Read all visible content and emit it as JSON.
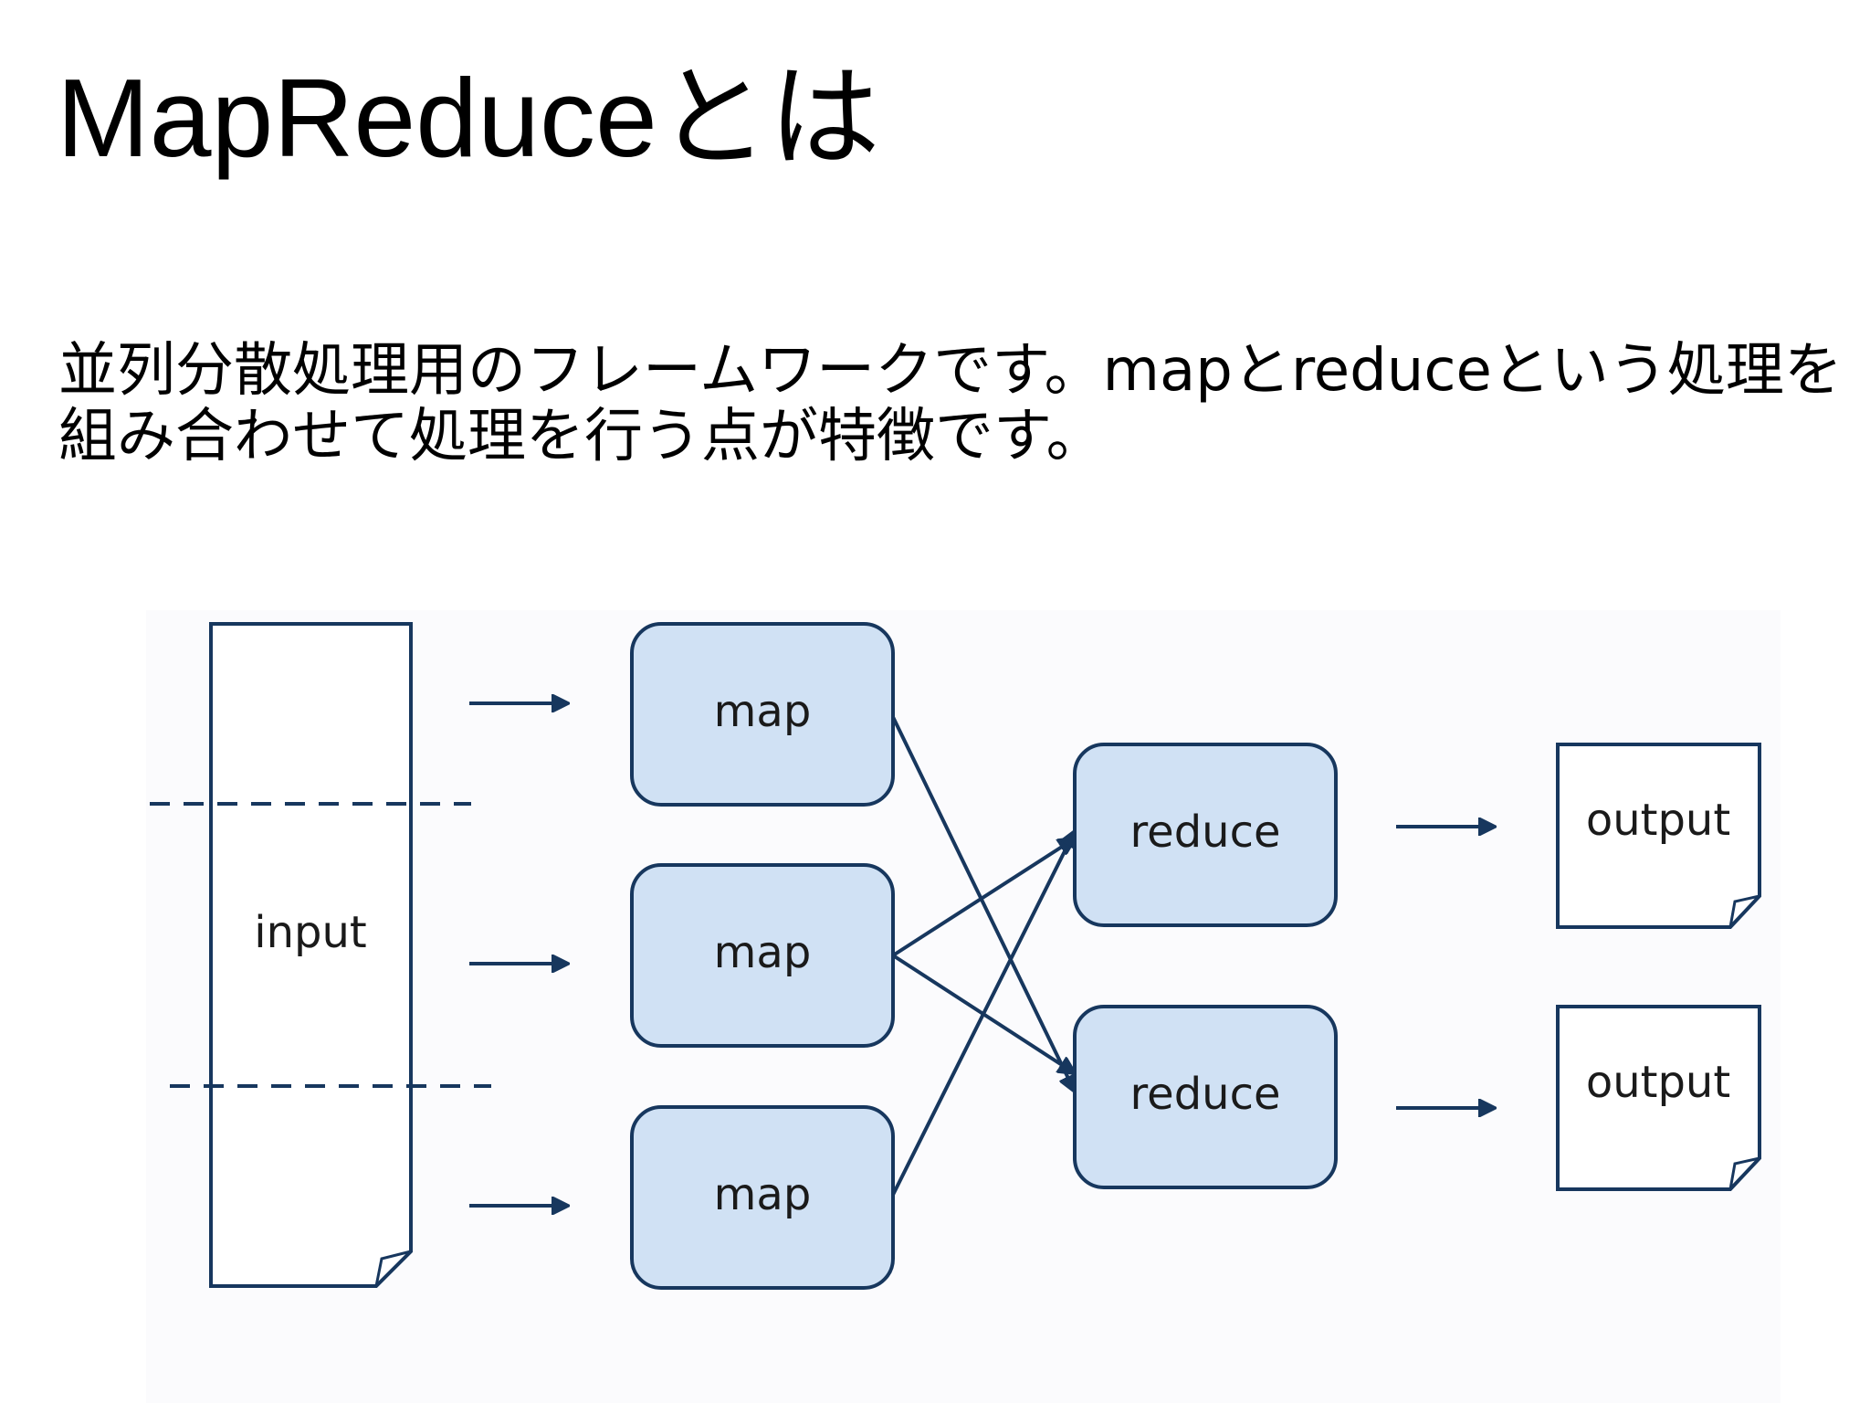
{
  "slide": {
    "title": "MapReduceとは",
    "body_lines": [
      "並列分散処理用のフレームワークです。mapとreduceという処理を",
      "組み合わせて処理を行う点が特徴です。"
    ]
  },
  "diagram": {
    "input_label": "input",
    "map_labels": [
      "map",
      "map",
      "map"
    ],
    "reduce_labels": [
      "reduce",
      "reduce"
    ],
    "output_labels": [
      "output",
      "output"
    ],
    "colors": {
      "stroke": "#17375e",
      "box_fill": "#d0e1f4",
      "doc_fill": "#ffffff"
    }
  }
}
